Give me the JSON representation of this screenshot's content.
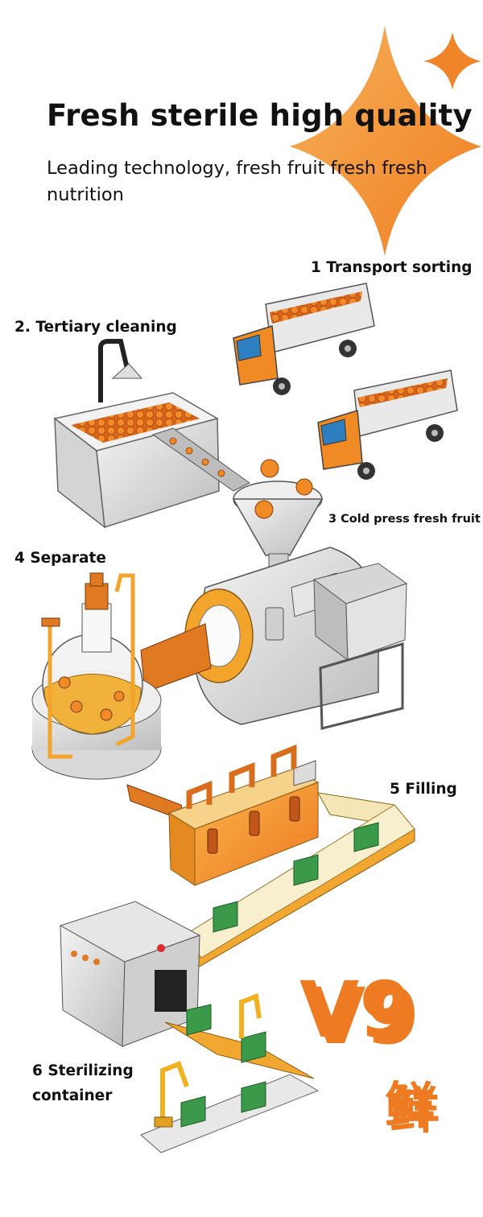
{
  "header": {
    "title": "Fresh sterile high quality",
    "subtitle": "Leading technology, fresh fruit fresh fresh nutrition"
  },
  "steps": [
    {
      "label": "1 Transport sorting"
    },
    {
      "label": "2. Tertiary cleaning"
    },
    {
      "label": "3 Cold press fresh fruit"
    },
    {
      "label": "4 Separate"
    },
    {
      "label": "5 Filling"
    },
    {
      "label": "6 Sterilizing container"
    }
  ],
  "brand": {
    "mark": "V9",
    "box_label": "V9鲜"
  },
  "colors": {
    "accent": "#F08A24",
    "orange_fruit": "#F07A1E",
    "machine_gray": "#D9D9D9",
    "box_green": "#3A9A4A"
  }
}
